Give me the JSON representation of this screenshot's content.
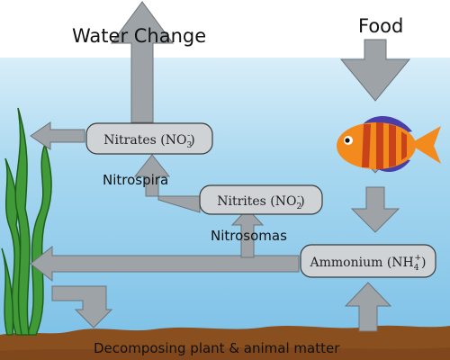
{
  "labels": {
    "water_change": "Water Change",
    "food": "Food",
    "nitrospira": "Nitrospira",
    "nitrosomas": "Nitrosomas",
    "decomposing": "Decomposing plant & animal matter"
  },
  "compounds": {
    "nitrates": {
      "name": "Nitrates (NO",
      "sub": "3",
      "sup": "-",
      "close": ")"
    },
    "nitrites": {
      "name": "Nitrites (NO",
      "sub": "2",
      "sup": "-",
      "close": ")"
    },
    "ammonium": {
      "name": "Ammonium (NH",
      "sub": "4",
      "sup": "+",
      "close": ")"
    }
  },
  "colors": {
    "water_top": "#d9eef9",
    "water_mid": "#a9d8f0",
    "water_bottom": "#79bfe6",
    "arrow_fill": "#9ea3a7",
    "arrow_stroke": "#6f7377",
    "box_fill": "#cfd3d6",
    "box_stroke": "#3a3a3a",
    "substrate": "#8a4f1f",
    "substrate_dark": "#6b3a14",
    "plant_fill": "#3f9a37",
    "plant_stroke": "#1f5e1a",
    "fish_body": "#f28a1e",
    "fish_stripe": "#c8421a",
    "fish_fin": "#4a3fa8"
  },
  "icons": [
    "fish-icon",
    "seaweed-icon"
  ]
}
